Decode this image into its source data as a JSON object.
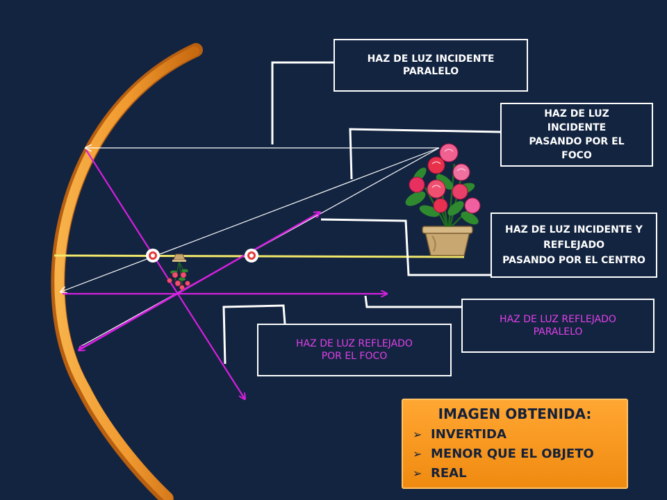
{
  "labels": {
    "incident_parallel": [
      "HAZ DE LUZ INCIDENTE",
      "PARALELO"
    ],
    "incident_focus": [
      "HAZ DE LUZ",
      "INCIDENTE",
      "PASANDO POR EL",
      "FOCO"
    ],
    "incident_reflected_center": [
      "HAZ DE LUZ INCIDENTE Y",
      "REFLEJADO",
      "PASANDO POR EL CENTRO"
    ],
    "reflected_parallel": [
      "HAZ DE LUZ REFLEJADO",
      "PARALELO"
    ],
    "reflected_focus": [
      "HAZ DE LUZ REFLEJADO",
      "POR EL FOCO"
    ]
  },
  "result": {
    "title": "IMAGEN OBTENIDA:",
    "items": [
      "INVERTIDA",
      "MENOR QUE EL OBJETO",
      "REAL"
    ]
  },
  "colors": {
    "background": "#132440",
    "mirror": "#f0922a",
    "axis": "#f2e86a",
    "reflected_rays": "#d61fe0",
    "incident_rays": "#ffffff"
  },
  "icons": {
    "object": "rose-pot-icon",
    "image": "small-inverted-rose-icon"
  }
}
